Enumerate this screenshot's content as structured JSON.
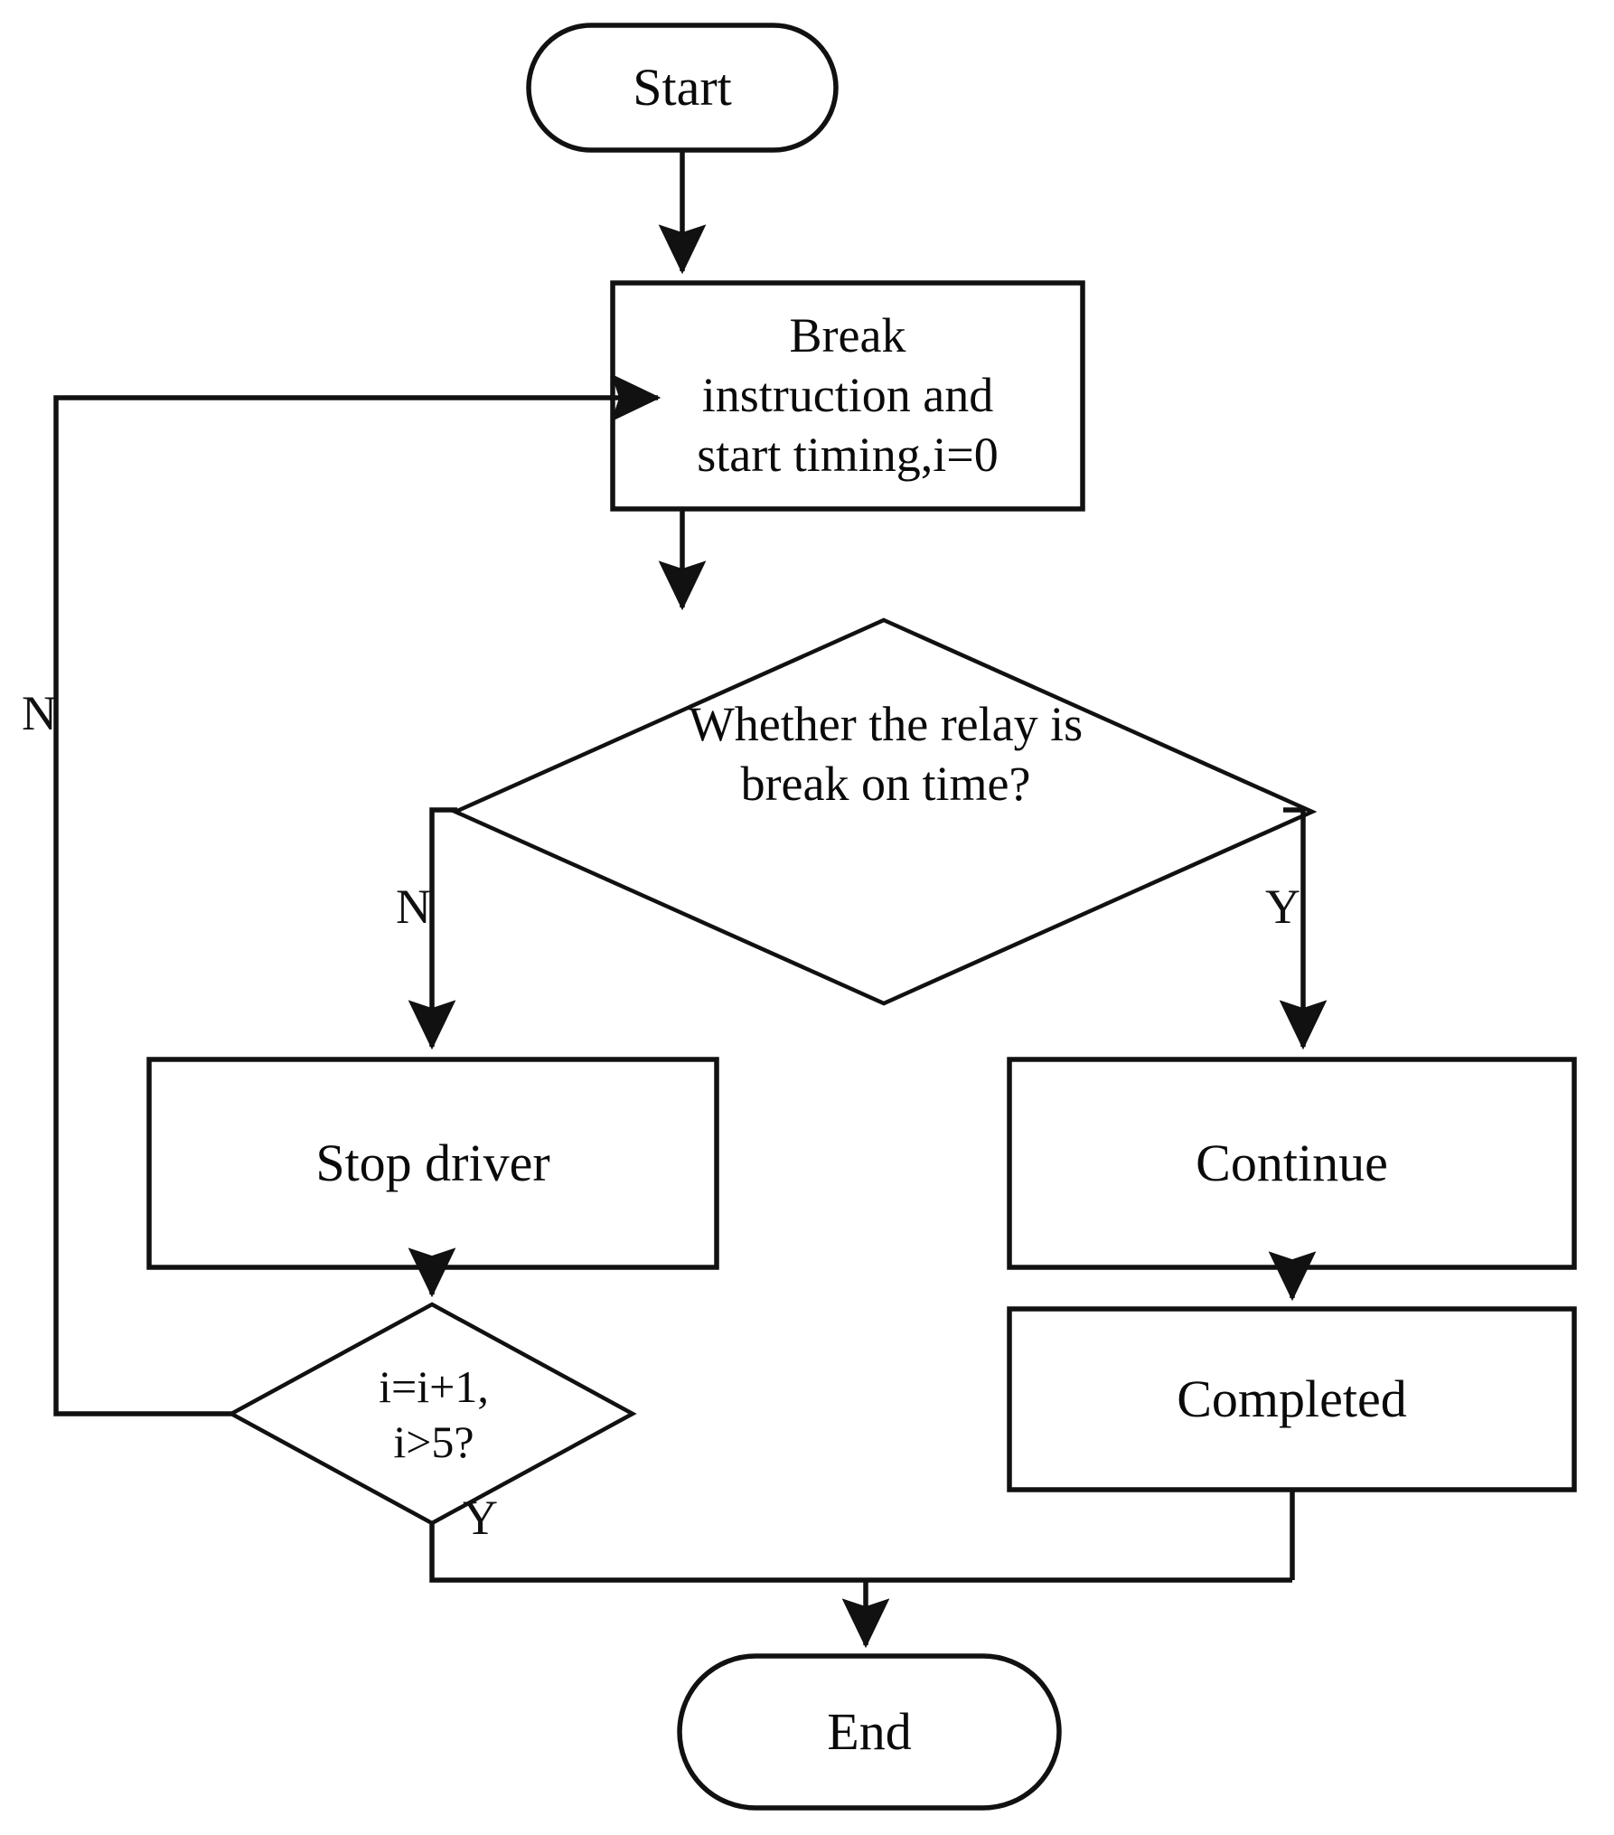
{
  "diagram": {
    "title": "Relay break detection flowchart",
    "stroke_color": "#111111",
    "fill_color": "#ffffff",
    "text_color": "#0a0a0a",
    "nodes": {
      "start": {
        "label": "Start",
        "shape": "terminator"
      },
      "break_instruction": {
        "label": "Break\ninstruction and\nstart timing,i=0",
        "shape": "process"
      },
      "relay_decision": {
        "label": "Whether the relay is\nbreak on time?",
        "shape": "decision"
      },
      "stop_driver": {
        "label": "Stop driver",
        "shape": "process"
      },
      "continue": {
        "label": "Continue",
        "shape": "process"
      },
      "retry_decision": {
        "label": "i=i+1,\ni>5?",
        "shape": "decision"
      },
      "completed": {
        "label": "Completed",
        "shape": "process"
      },
      "end": {
        "label": "End",
        "shape": "terminator"
      }
    },
    "edge_labels": {
      "loop_back_n": "N",
      "relay_no": "N",
      "relay_yes": "Y",
      "retry_yes": "Y"
    }
  }
}
